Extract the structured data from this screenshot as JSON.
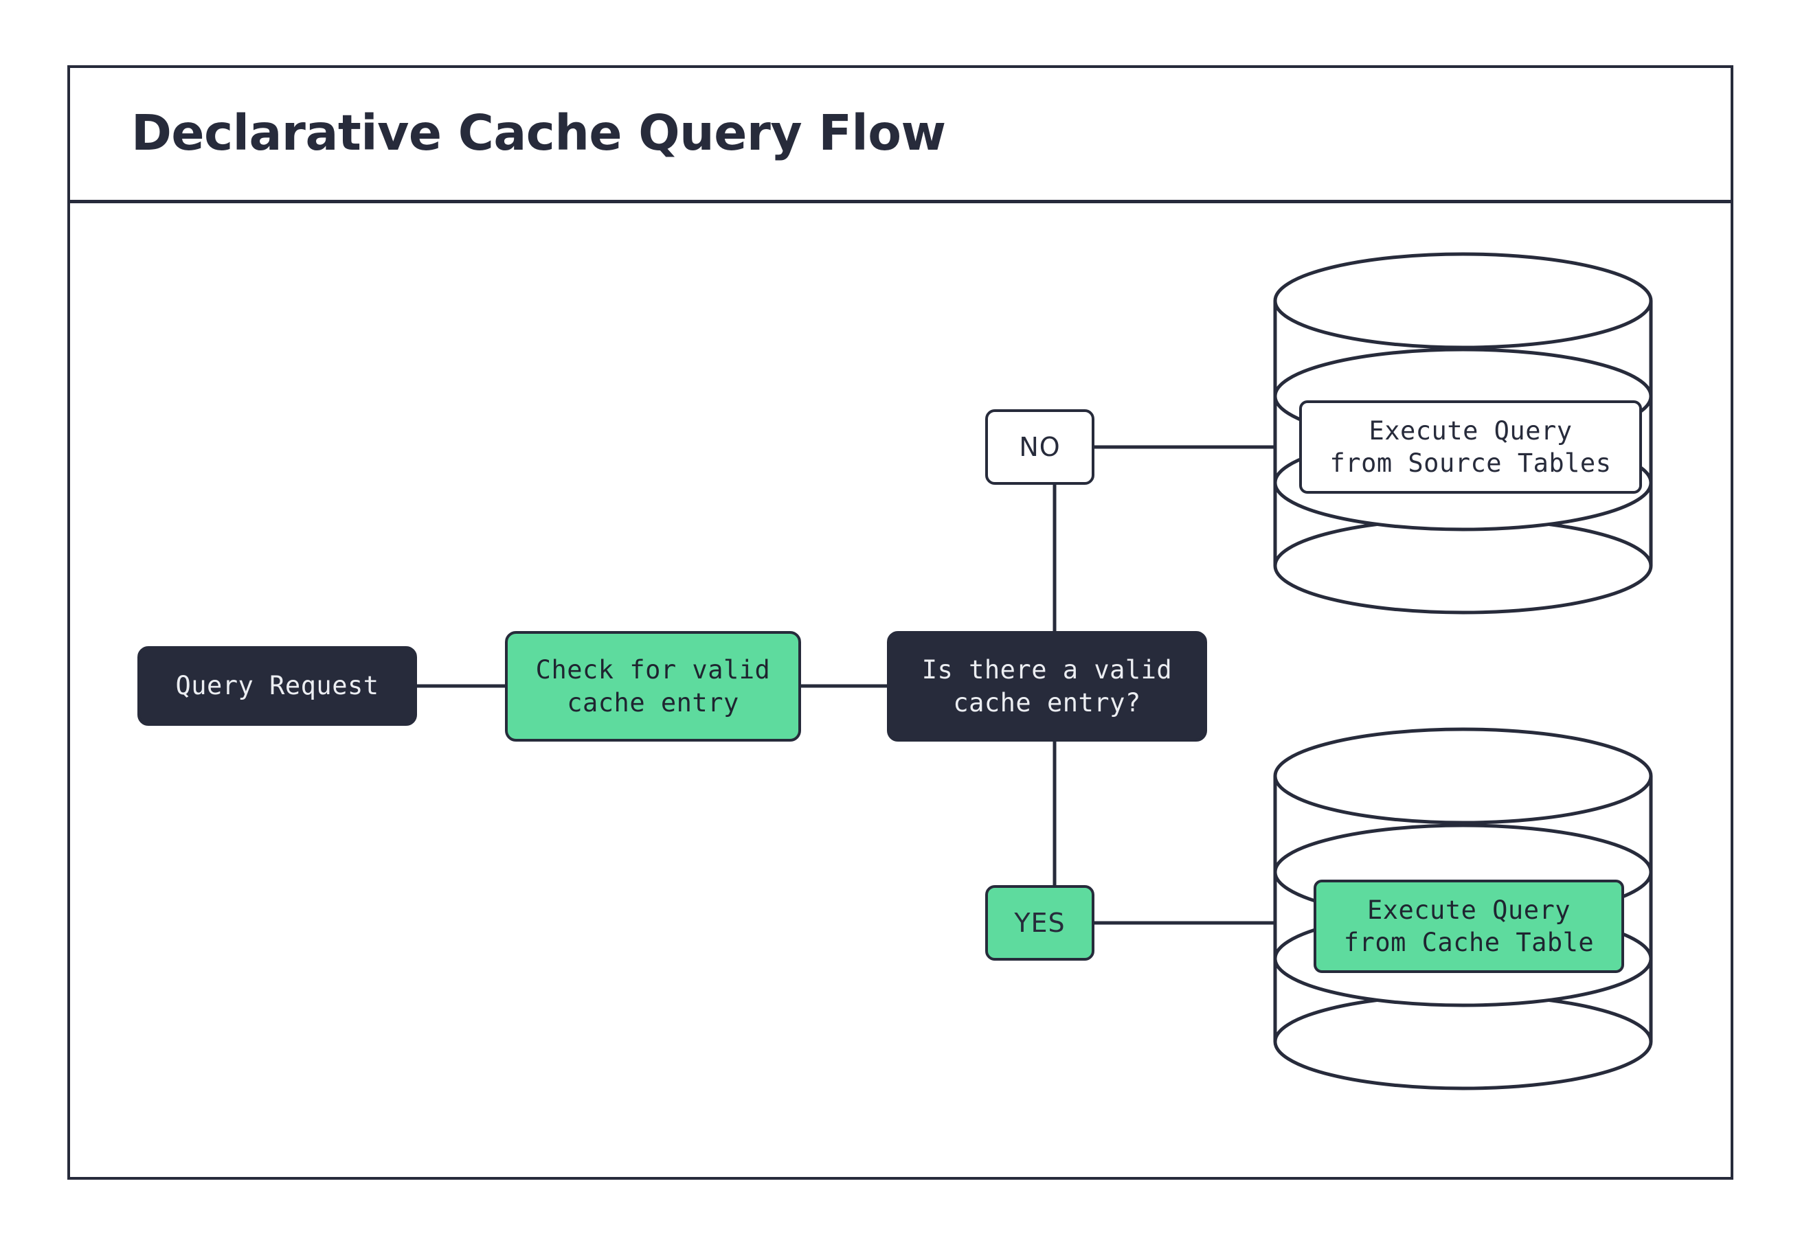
{
  "diagram": {
    "title": "Declarative Cache Query Flow",
    "colors": {
      "ink": "#272b3b",
      "accent_green": "#5edb9e",
      "canvas": "#ffffff",
      "dark_node_text": "#eceef2"
    },
    "nodes": [
      {
        "id": "query-request",
        "label": "Query Request",
        "shape": "rounded-rect",
        "style": "dark"
      },
      {
        "id": "check-cache",
        "label": "Check for valid\ncache entry",
        "shape": "rounded-rect",
        "style": "green"
      },
      {
        "id": "decision",
        "label": "Is there a valid\ncache entry?",
        "shape": "rounded-rect",
        "style": "dark"
      }
    ],
    "branches": [
      {
        "id": "no",
        "label": "NO",
        "style": "white"
      },
      {
        "id": "yes",
        "label": "YES",
        "style": "green"
      }
    ],
    "databases": [
      {
        "id": "source-tables",
        "label": "Execute Query\nfrom Source Tables",
        "shape": "cylinder",
        "style": "white"
      },
      {
        "id": "cache-table",
        "label": "Execute Query\nfrom Cache Table",
        "shape": "cylinder",
        "style": "green"
      }
    ],
    "edges": [
      {
        "from": "query-request",
        "to": "check-cache",
        "kind": "line"
      },
      {
        "from": "check-cache",
        "to": "decision",
        "kind": "line"
      },
      {
        "from": "decision",
        "to": "no",
        "kind": "line"
      },
      {
        "from": "no",
        "to": "source-tables",
        "kind": "line"
      },
      {
        "from": "decision",
        "to": "yes",
        "kind": "line"
      },
      {
        "from": "yes",
        "to": "cache-table",
        "kind": "line"
      }
    ]
  }
}
